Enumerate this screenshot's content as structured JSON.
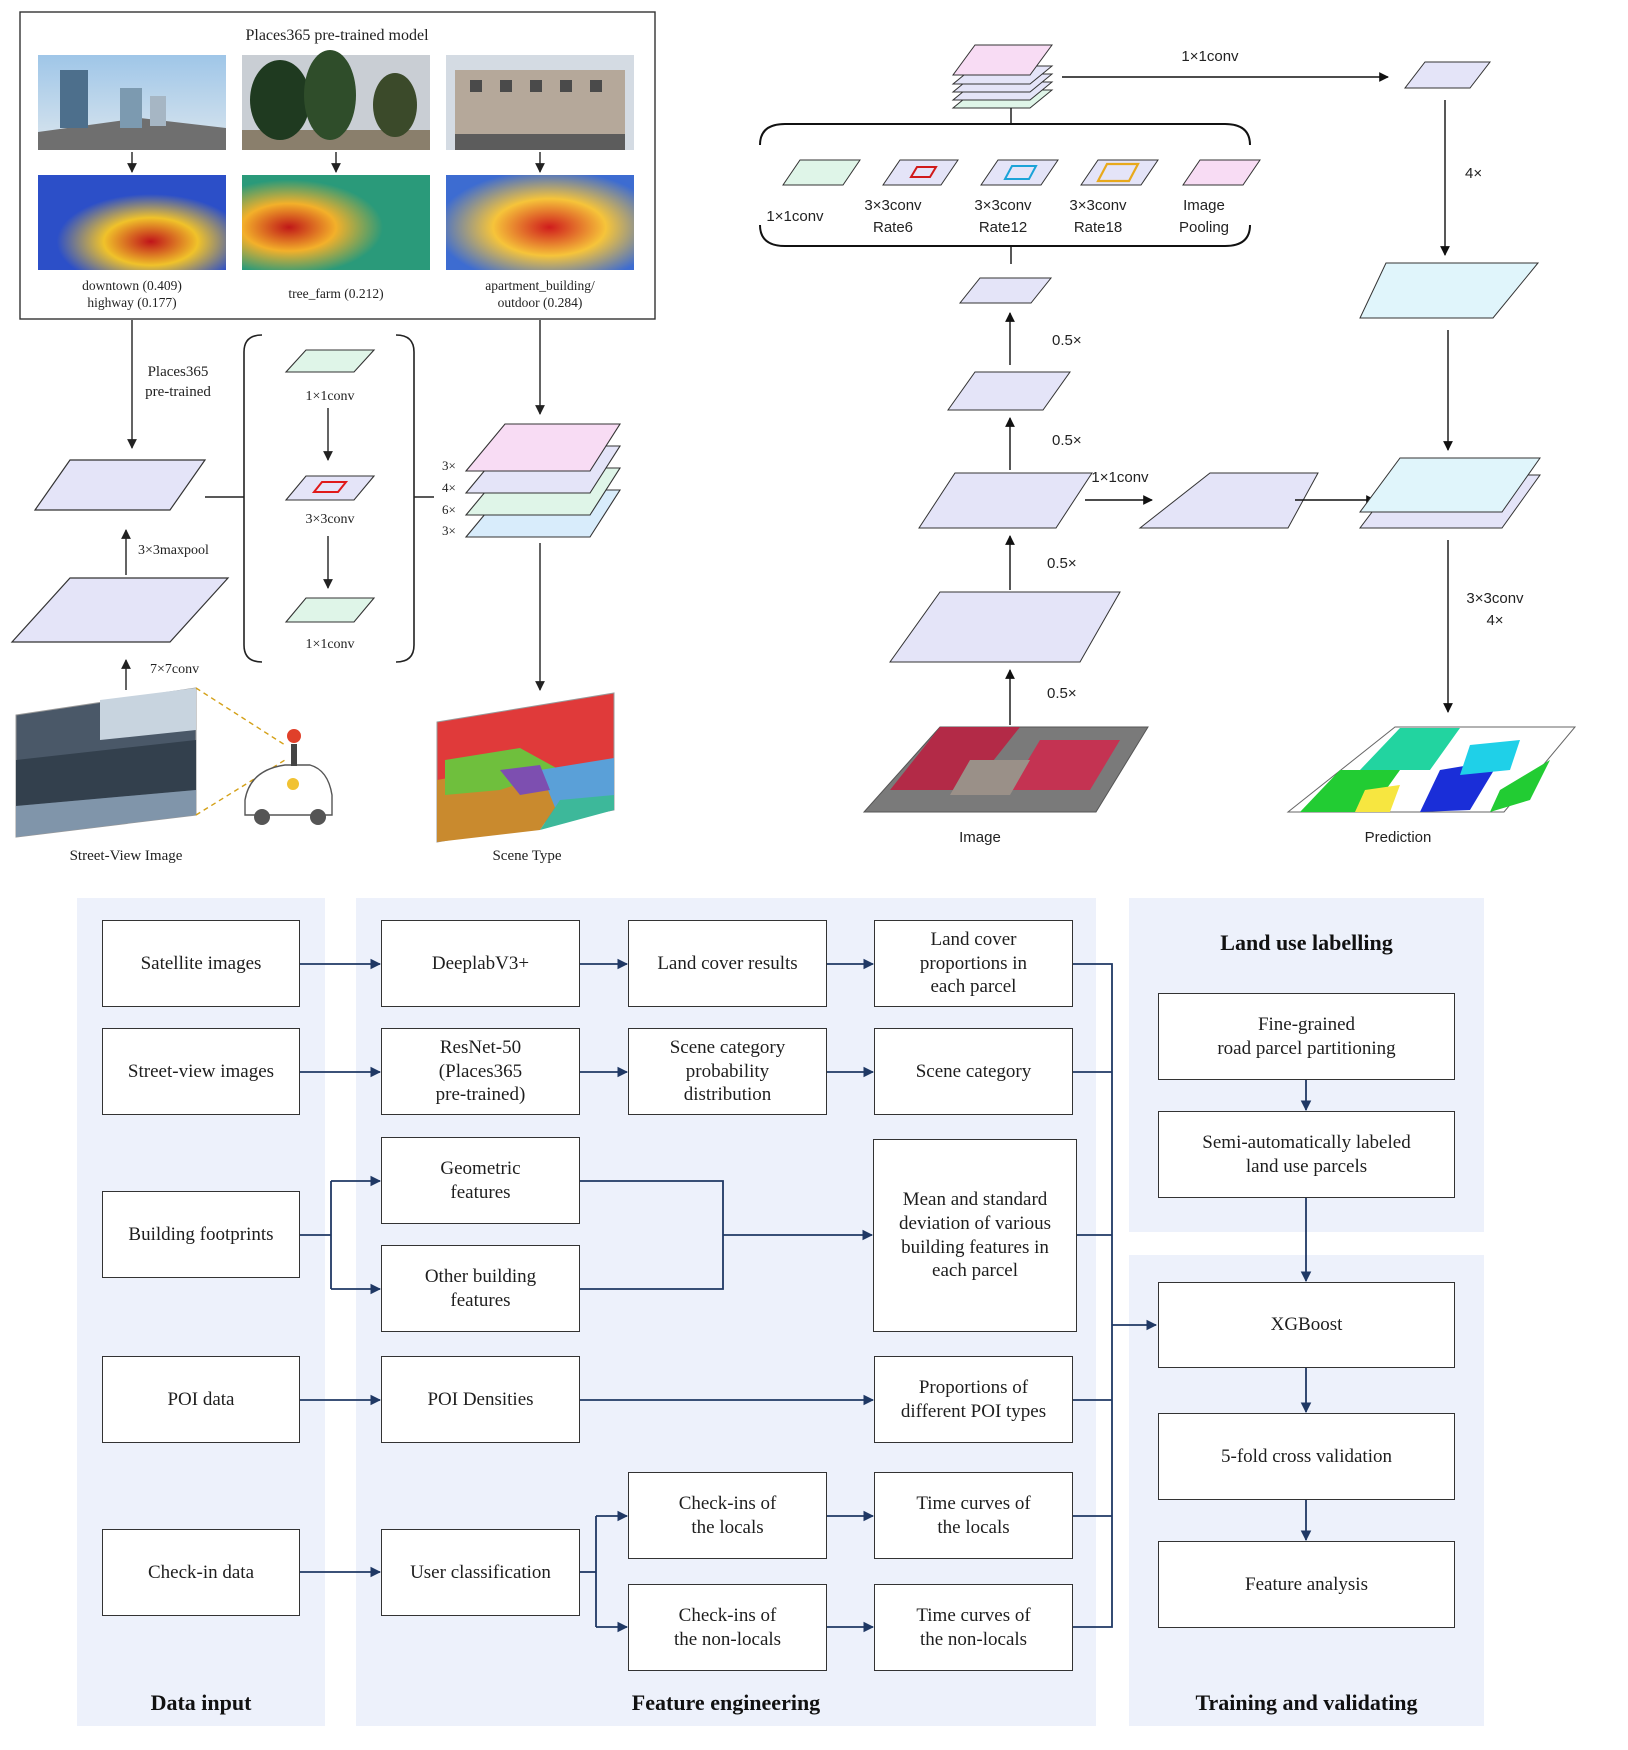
{
  "top_left": {
    "box_title": "Places365 pre-trained model",
    "thumbs": [
      {
        "label_1": "downtown (0.409)",
        "label_2": "highway (0.177)"
      },
      {
        "label_1": "tree_farm (0.212)",
        "label_2": ""
      },
      {
        "label_1": "apartment_building/",
        "label_2": "outdoor (0.284)"
      }
    ],
    "places_label_1": "Places365",
    "places_label_2": "pre-trained",
    "maxpool_label": "3×3maxpool",
    "conv7_label": "7×7conv",
    "block_conv_top": "1×1conv",
    "block_conv_mid": "3×3conv",
    "block_conv_bot": "1×1conv",
    "stack_labels": [
      "3×",
      "4×",
      "6×",
      "3×"
    ],
    "street_view_label": "Street-View Image",
    "scene_type_label": "Scene Type"
  },
  "top_right": {
    "conv_top_label": "1×1conv",
    "upsample_top_label": "4×",
    "aspp": [
      {
        "line1": "1×1conv",
        "line2": ""
      },
      {
        "line1": "3×3conv",
        "line2": "Rate6"
      },
      {
        "line1": "3×3conv",
        "line2": "Rate12"
      },
      {
        "line1": "3×3conv",
        "line2": "Rate18"
      },
      {
        "line1": "Image",
        "line2": "Pooling"
      }
    ],
    "half_labels": [
      "0.5×",
      "0.5×",
      "0.5×",
      "0.5×"
    ],
    "mid_conv_label": "1×1conv",
    "final_conv_label_1": "3×3conv",
    "final_conv_label_2": "4×",
    "image_label": "Image",
    "prediction_label": "Prediction"
  },
  "flow": {
    "sections": {
      "data_input": "Data input",
      "feature_engineering": "Feature engineering",
      "land_use_labelling": "Land use labelling",
      "training": "Training and validating"
    },
    "data_input": [
      "Satellite images",
      "Street-view images",
      "Building footprints",
      "POI data",
      "Check-in data"
    ],
    "col2": [
      "DeeplabV3+",
      "ResNet-50\n(Places365\npre-trained)",
      "Geometric\nfeatures",
      "Other building\nfeatures",
      "POI Densities",
      "User classification"
    ],
    "col3": [
      "Land cover results",
      "Scene category\nprobability\ndistribution",
      "Check-ins of\nthe locals",
      "Check-ins of\nthe non-locals"
    ],
    "col4": [
      "Land cover\nproportions in\neach parcel",
      "Scene category",
      "Mean and standard\ndeviation of various\nbuilding features in\neach parcel",
      "Proportions of\ndifferent POI types",
      "Time curves of\nthe locals",
      "Time curves of\nthe non-locals"
    ],
    "labelling": [
      "Fine-grained\nroad parcel partitioning",
      "Semi-automatically labeled\nland use parcels"
    ],
    "training": [
      "XGBoost",
      "5-fold cross validation",
      "Feature analysis"
    ]
  },
  "colors": {
    "panel_bg": "#edf1fb",
    "arrow": "#1f3864",
    "lavender": "#e4e4f8",
    "pink": "#f8dcf4",
    "mint": "#dff5e8",
    "light_blue": "#d8ecfb",
    "cyan": "#e0f5fb"
  }
}
